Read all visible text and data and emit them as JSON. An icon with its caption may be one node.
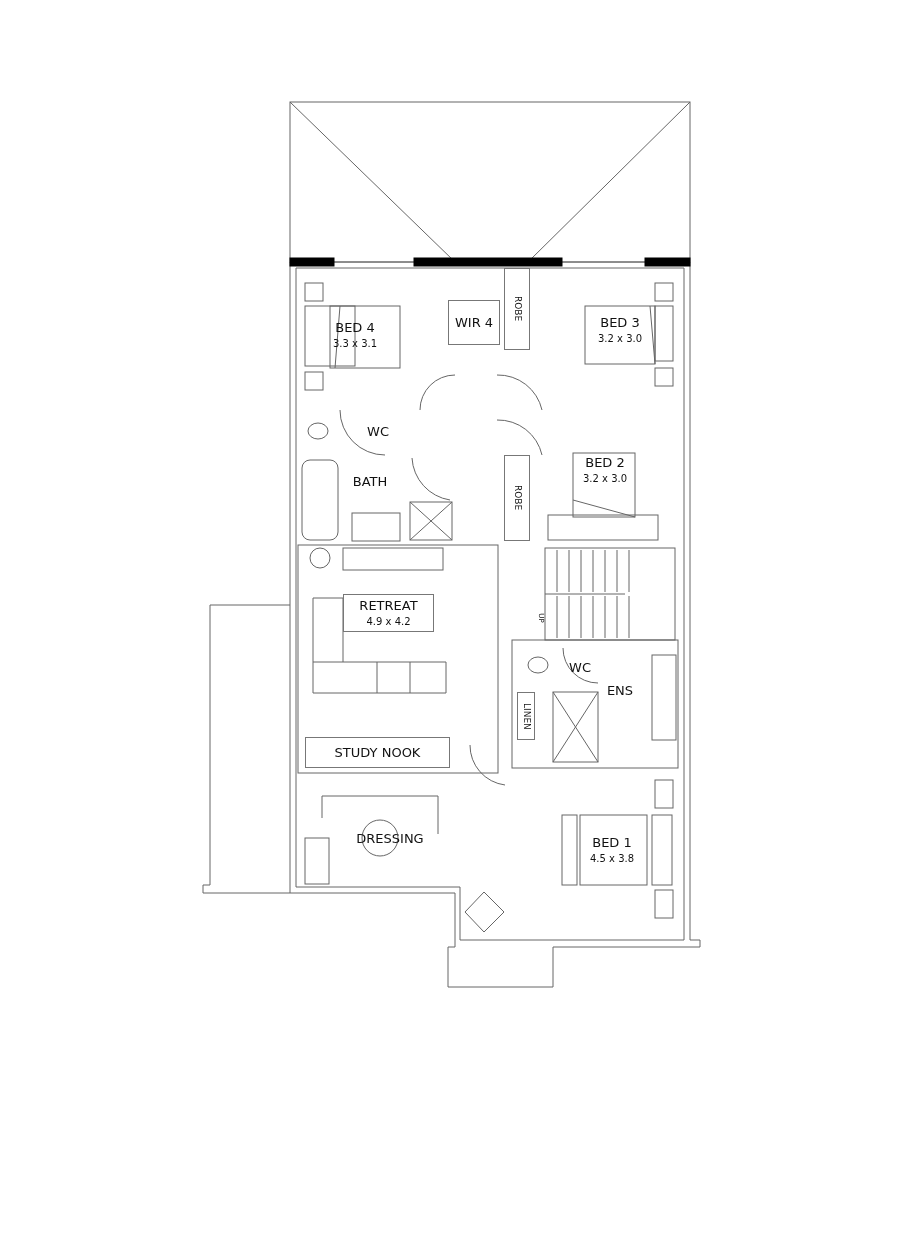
{
  "diagram": {
    "nodes": [
      {
        "text": [
          "BED 4",
          "3.3 x 3.1"
        ]
      },
      {
        "text": [
          "WIR 4"
        ]
      },
      {
        "text": [
          "ROBE"
        ]
      },
      {
        "text": [
          "BED 3",
          "3.2 x 3.0"
        ]
      },
      {
        "text": [
          "WC"
        ]
      },
      {
        "text": [
          "BATH"
        ]
      },
      {
        "text": [
          "ROBE"
        ]
      },
      {
        "text": [
          "BED 2",
          "3.2 x 3.0"
        ]
      },
      {
        "text": [
          "RETREAT",
          "4.9 x 4.2"
        ]
      },
      {
        "text": [
          "WC"
        ]
      },
      {
        "text": [
          "LINEN"
        ]
      },
      {
        "text": [
          "ENS"
        ]
      },
      {
        "text": [
          "STUDY NOOK"
        ]
      },
      {
        "text": [
          "DRESSING"
        ]
      },
      {
        "text": [
          "BED 1",
          "4.5 x 3.8"
        ]
      }
    ],
    "labels": [
      "UP"
    ]
  }
}
